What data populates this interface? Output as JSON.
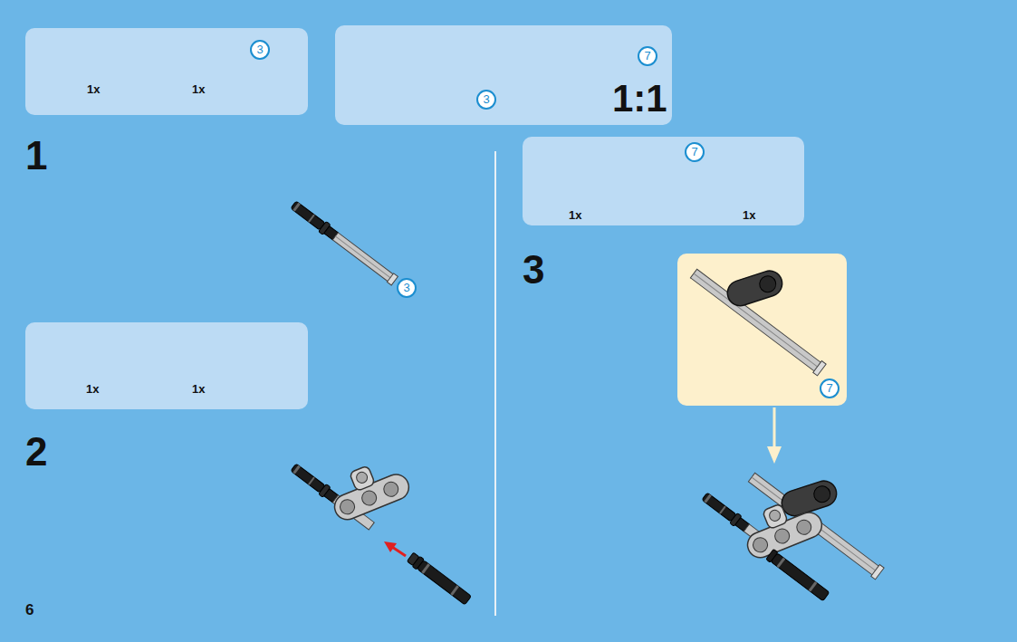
{
  "diagram": {
    "nodes": [
      {
        "text": [
          "1x",
          "1x",
          "3"
        ]
      },
      {
        "text": [
          "7",
          "3",
          "1:1"
        ]
      },
      {
        "text": [
          "1x",
          "1x"
        ]
      },
      {
        "text": [
          "7",
          "1x",
          "1x"
        ]
      },
      {
        "text": [
          "7"
        ]
      }
    ],
    "labels": [
      "1",
      "3",
      "2",
      "3",
      "6"
    ]
  }
}
